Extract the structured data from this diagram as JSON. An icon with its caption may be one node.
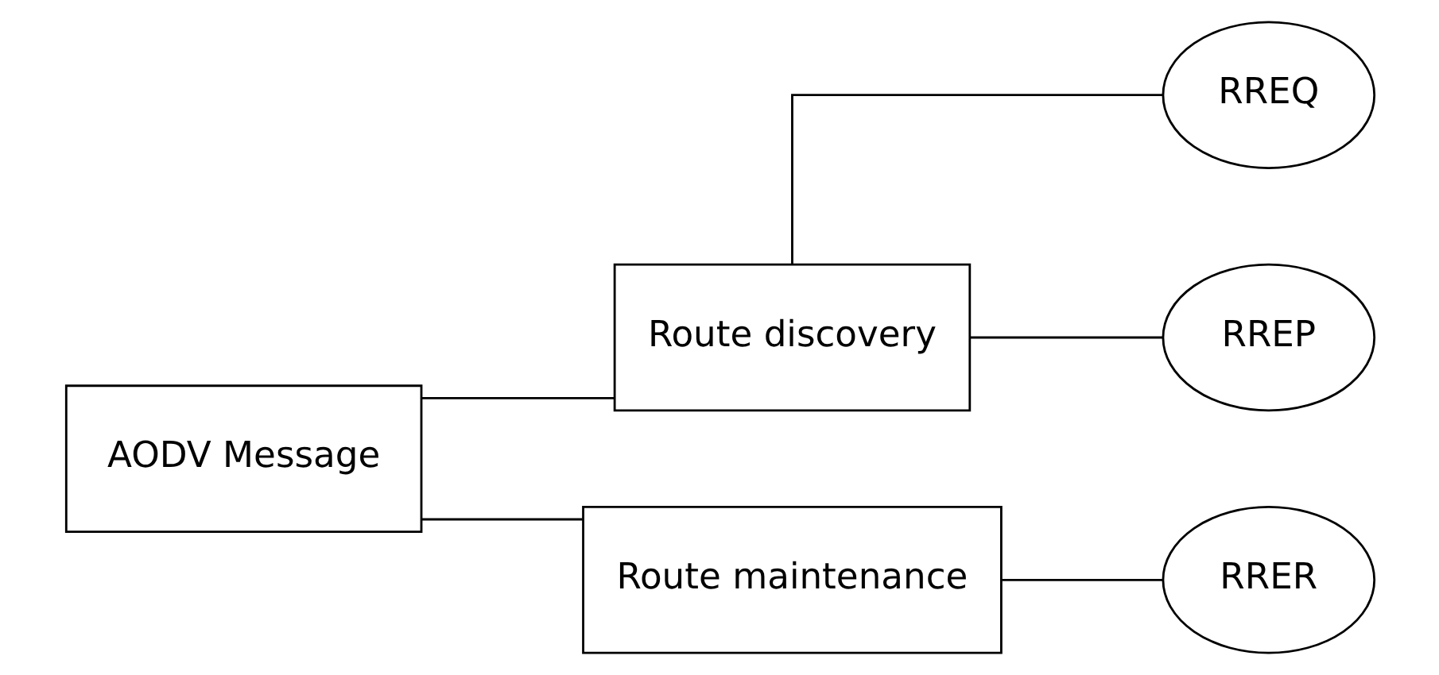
{
  "diagram": {
    "nodes": [
      {
        "text": [
          "AODV Message"
        ]
      },
      {
        "text": [
          "Route discovery"
        ]
      },
      {
        "text": [
          "Route maintenance"
        ]
      },
      {
        "text": [
          "RREQ"
        ]
      },
      {
        "text": [
          "RREP"
        ]
      },
      {
        "text": [
          "RRER"
        ]
      }
    ],
    "edges": [
      {
        "from": 0,
        "to": 1,
        "arrow": "none"
      },
      {
        "from": 0,
        "to": 2,
        "arrow": "none"
      },
      {
        "from": 1,
        "to": 3,
        "arrow": "none"
      },
      {
        "from": 1,
        "to": 4,
        "arrow": "none"
      },
      {
        "from": 2,
        "to": 5,
        "arrow": "none"
      }
    ]
  }
}
